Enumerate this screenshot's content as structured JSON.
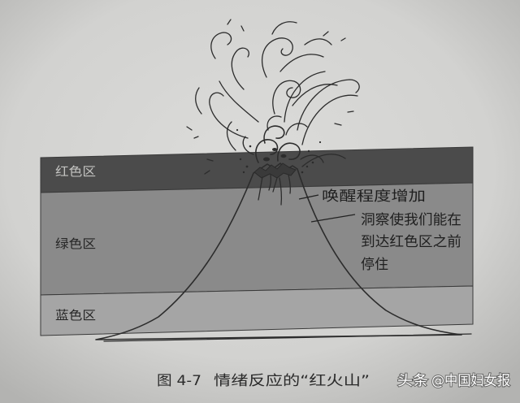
{
  "figure": {
    "zones": [
      {
        "label": "红色区"
      },
      {
        "label": "绿色区"
      },
      {
        "label": "蓝色区"
      }
    ],
    "annotations": {
      "arousal": "唤醒程度增加",
      "insight_lines": [
        "洞察使我们能在",
        "到达红色区之前",
        "停住"
      ]
    },
    "caption": {
      "number": "图 4-7",
      "title": "情绪反应的“红火山”"
    }
  },
  "watermark": {
    "platform": "头条",
    "account": "@中国妇女报"
  },
  "colors": {
    "paper": "#d2d2d0",
    "red_zone": "#4b4b4b",
    "green_zone": "#8a8a8a",
    "blue_zone": "#a5a5a5",
    "volcano": "#ecece9"
  }
}
